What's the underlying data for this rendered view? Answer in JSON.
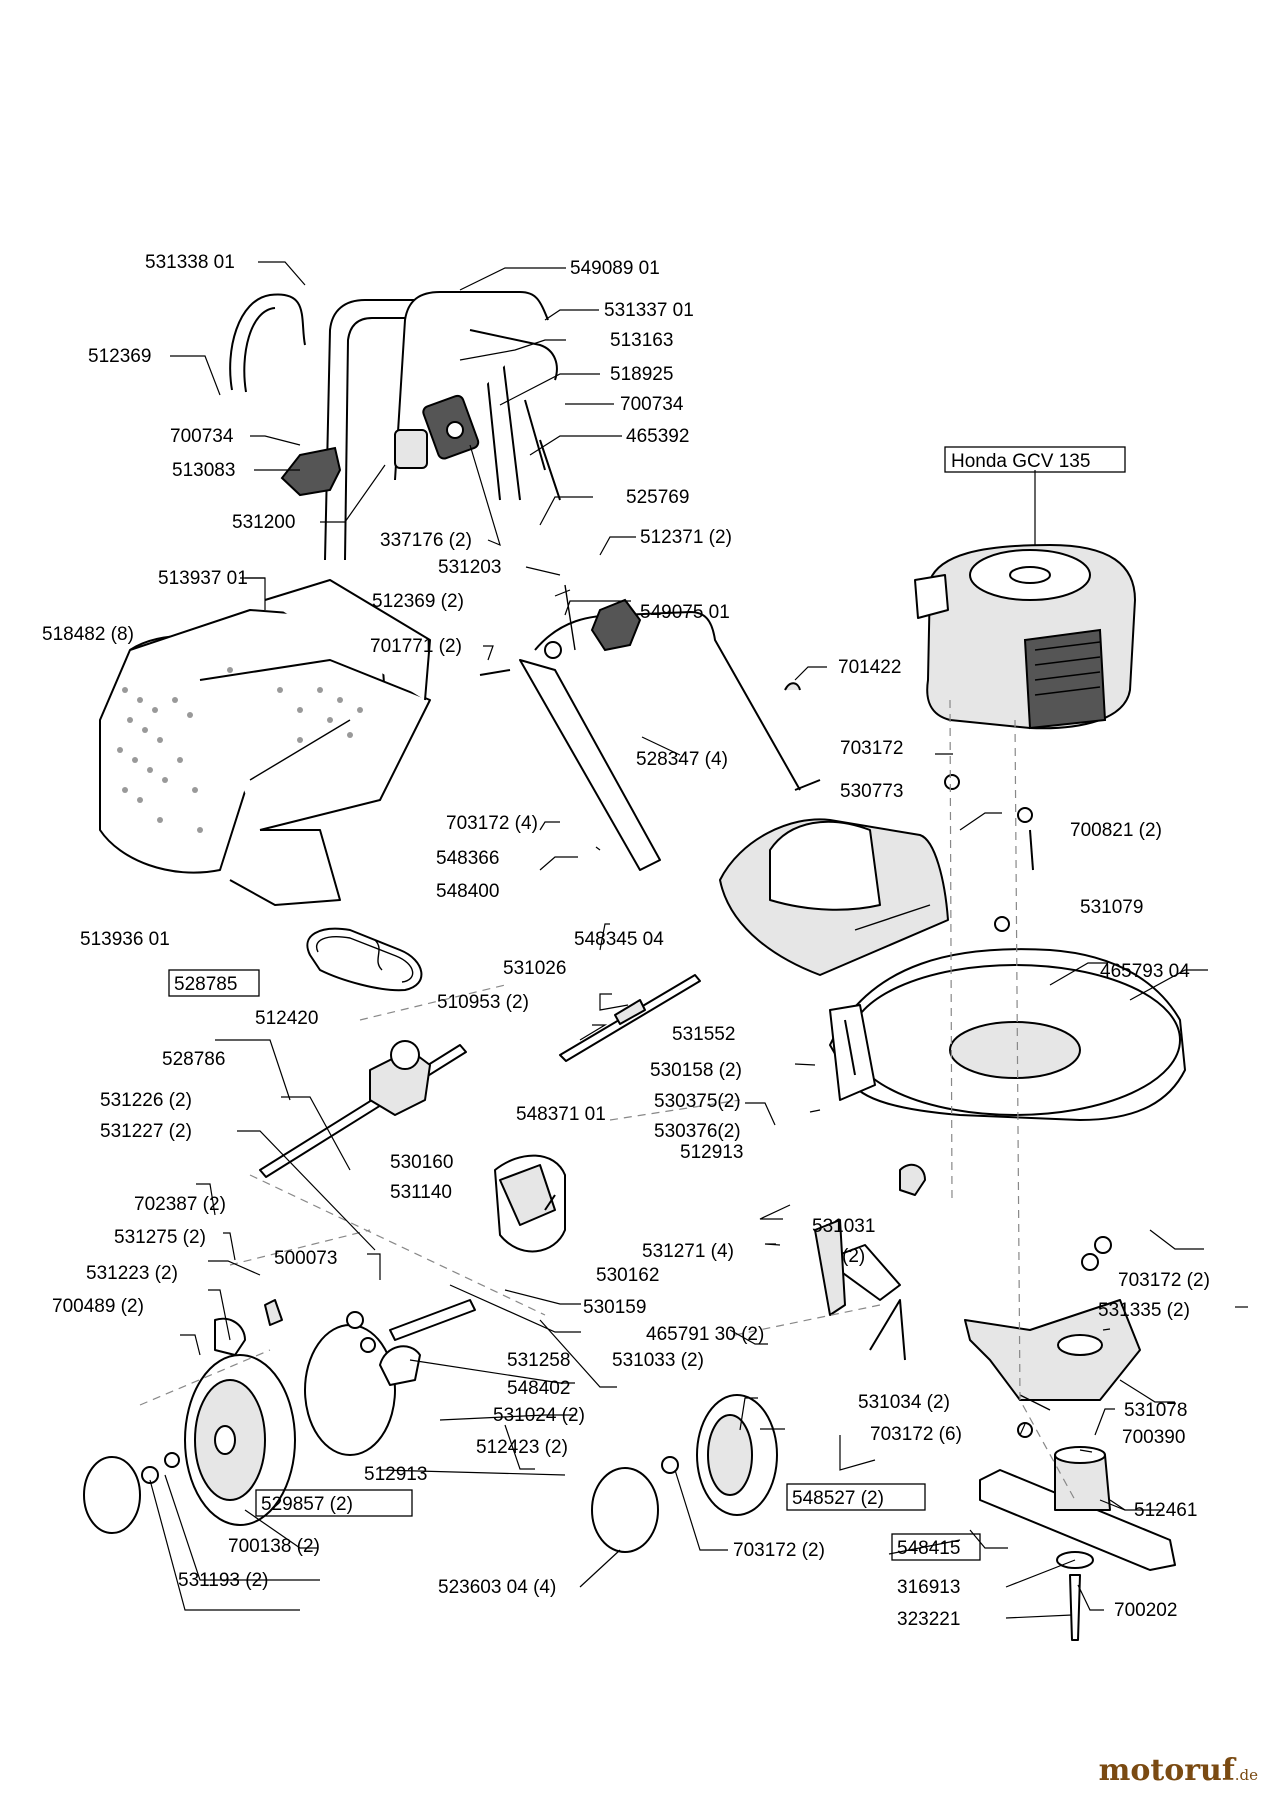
{
  "engine_label": "Honda GCV 135",
  "labels": {
    "l531338": "531338 01",
    "l549089": "549089 01",
    "l531337": "531337 01",
    "l512369a": "512369",
    "l513163": "513163",
    "l518925": "518925",
    "l700734a": "700734",
    "l700734b": "700734",
    "l465392": "465392",
    "l513083": "513083",
    "l525769": "525769",
    "l531200": "531200",
    "l337176": "337176 (2)",
    "l512371": "512371 (2)",
    "l531203": "531203",
    "l513937": "513937 01",
    "l512369b": "512369 (2)",
    "l549075": "549075 01",
    "l518482": "518482 (8)",
    "l701771": "701771 (2)",
    "l701422": "701422",
    "l703172a": "703172",
    "l528347": "528347 (4)",
    "l530773": "530773",
    "l700821": "700821 (2)",
    "l703172b": "703172 (4)",
    "l548366": "548366",
    "l548400": "548400",
    "l531079": "531079",
    "l548345": "548345 04",
    "l513936": "513936 01",
    "l465793": "465793 04",
    "l531026": "531026",
    "l528785": "528785",
    "l510953": "510953 (2)",
    "l531552": "531552",
    "l512420": "512420",
    "l530158": "530158 (2)",
    "l528786": "528786",
    "l548371": "548371 01",
    "l530375": "530375(2)",
    "l531226": "531226 (2)",
    "l530376": "530376(2)",
    "l531227": "531227 (2)",
    "l512913a": "512913",
    "l530160": "530160",
    "l531140": "531140",
    "l702387": "702387 (2)",
    "l531031": "531031",
    "l531275": "531275 (2)",
    "l531271": "531271 (4)",
    "l531031q": "(2)",
    "l500073": "500073",
    "l531223": "531223 (2)",
    "l530162": "530162",
    "l703172c": "703172 (2)",
    "l700489": "700489 (2)",
    "l530159": "530159",
    "l531335": "531335 (2)",
    "l465791": "465791 30 (2)",
    "l531258": "531258",
    "l531033": "531033 (2)",
    "l548402": "548402",
    "l531078": "531078",
    "l531034": "531034 (2)",
    "l531024": "531024 (2)",
    "l703172d": "703172 (6)",
    "l700390": "700390",
    "l512423": "512423 (2)",
    "l512913b": "512913",
    "l529857": "529857 (2)",
    "l548527": "548527 (2)",
    "l512461": "512461",
    "l700138": "700138 (2)",
    "l548415": "548415",
    "l703172e": "703172 (2)",
    "l531193": "531193 (2)",
    "l316913": "316913",
    "l523603": "523603 04 (4)",
    "l700202": "700202",
    "l323221": "323221"
  },
  "watermark": {
    "brand": "motoruf",
    "tld": ".de"
  }
}
